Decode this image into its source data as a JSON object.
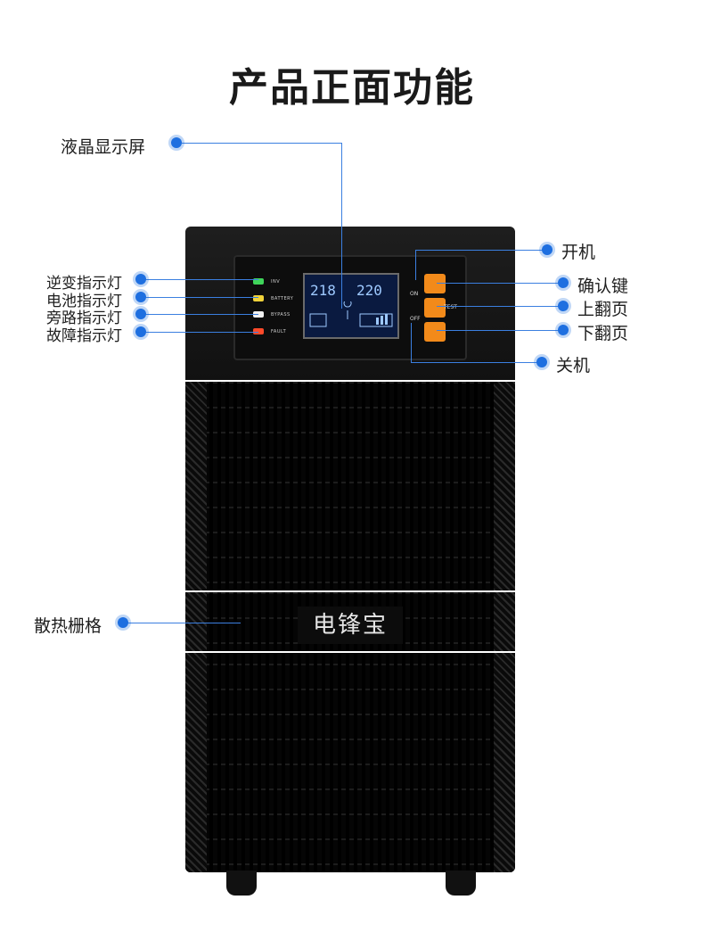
{
  "title": "产品正面功能",
  "labels": {
    "lcd": "液晶显示屏",
    "inverter_led": "逆变指示灯",
    "battery_led": "电池指示灯",
    "bypass_led": "旁路指示灯",
    "fault_led": "故障指示灯",
    "vent": "散热栅格",
    "power_on": "开机",
    "confirm_key": "确认键",
    "page_up": "上翻页",
    "page_down": "下翻页",
    "power_off": "关机"
  },
  "panel": {
    "inv": "INV",
    "battery": "BATTERY",
    "bypass": "BYPASS",
    "fault": "FAULT",
    "on": "ON",
    "off": "OFF",
    "test": "TEST",
    "lcd_in": "218",
    "lcd_out": "220"
  },
  "brand": "电锋宝",
  "colors": {
    "accent": "#1e6fe0",
    "button": "#f28a1a",
    "led_inv": "#3fd45a",
    "led_battery": "#f0d23a",
    "led_bypass": "#f0f0f0",
    "led_fault": "#ff4a2a"
  }
}
